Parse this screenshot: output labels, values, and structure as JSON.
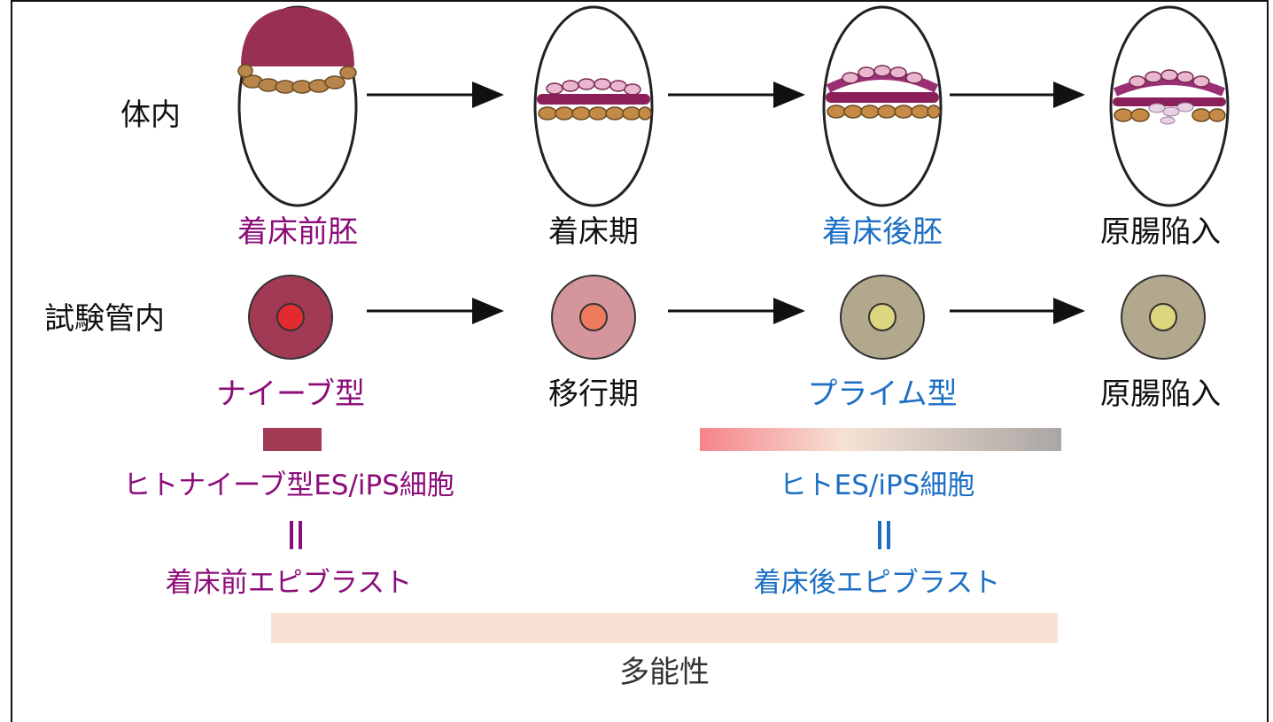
{
  "rows": {
    "in_vivo": "体内",
    "in_vitro": "試験管内"
  },
  "stages_in_vivo": [
    {
      "label": "着床前胚",
      "color": "#8b0d7a"
    },
    {
      "label": "着床期",
      "color": "#111111"
    },
    {
      "label": "着床後胚",
      "color": "#1c6fc4"
    },
    {
      "label": "原腸陥入",
      "color": "#111111"
    }
  ],
  "stages_in_vitro": [
    {
      "label": "ナイーブ型",
      "color": "#8b0d7a",
      "cell_outer": "#a33a55",
      "cell_inner": "#e22a2f"
    },
    {
      "label": "移行期",
      "color": "#111111",
      "cell_outer": "#d4959b",
      "cell_inner": "#f07b5c"
    },
    {
      "label": "プライム型",
      "color": "#1c6fc4",
      "cell_outer": "#b2a88d",
      "cell_inner": "#dcd77e"
    },
    {
      "label": "原腸陥入",
      "color": "#111111",
      "cell_outer": "#b2a88d",
      "cell_inner": "#dcd77e"
    }
  ],
  "naive_group": {
    "cells": "ヒトナイーブ型ES/iPS細胞",
    "equivalent": "着床前エピブラスト",
    "color": "#8b0d7a"
  },
  "primed_group": {
    "cells": "ヒトES/iPS細胞",
    "equivalent": "着床後エピブラスト",
    "color": "#1c6fc4"
  },
  "pluripotency": "多能性",
  "colors": {
    "naive_bar": "#a23a55",
    "primed_bar_start": "#f5848a",
    "primed_bar_mid": "#f5e2d4",
    "primed_bar_end": "#aaa6a4",
    "pluripotency_bar": "#f8e2d5"
  }
}
